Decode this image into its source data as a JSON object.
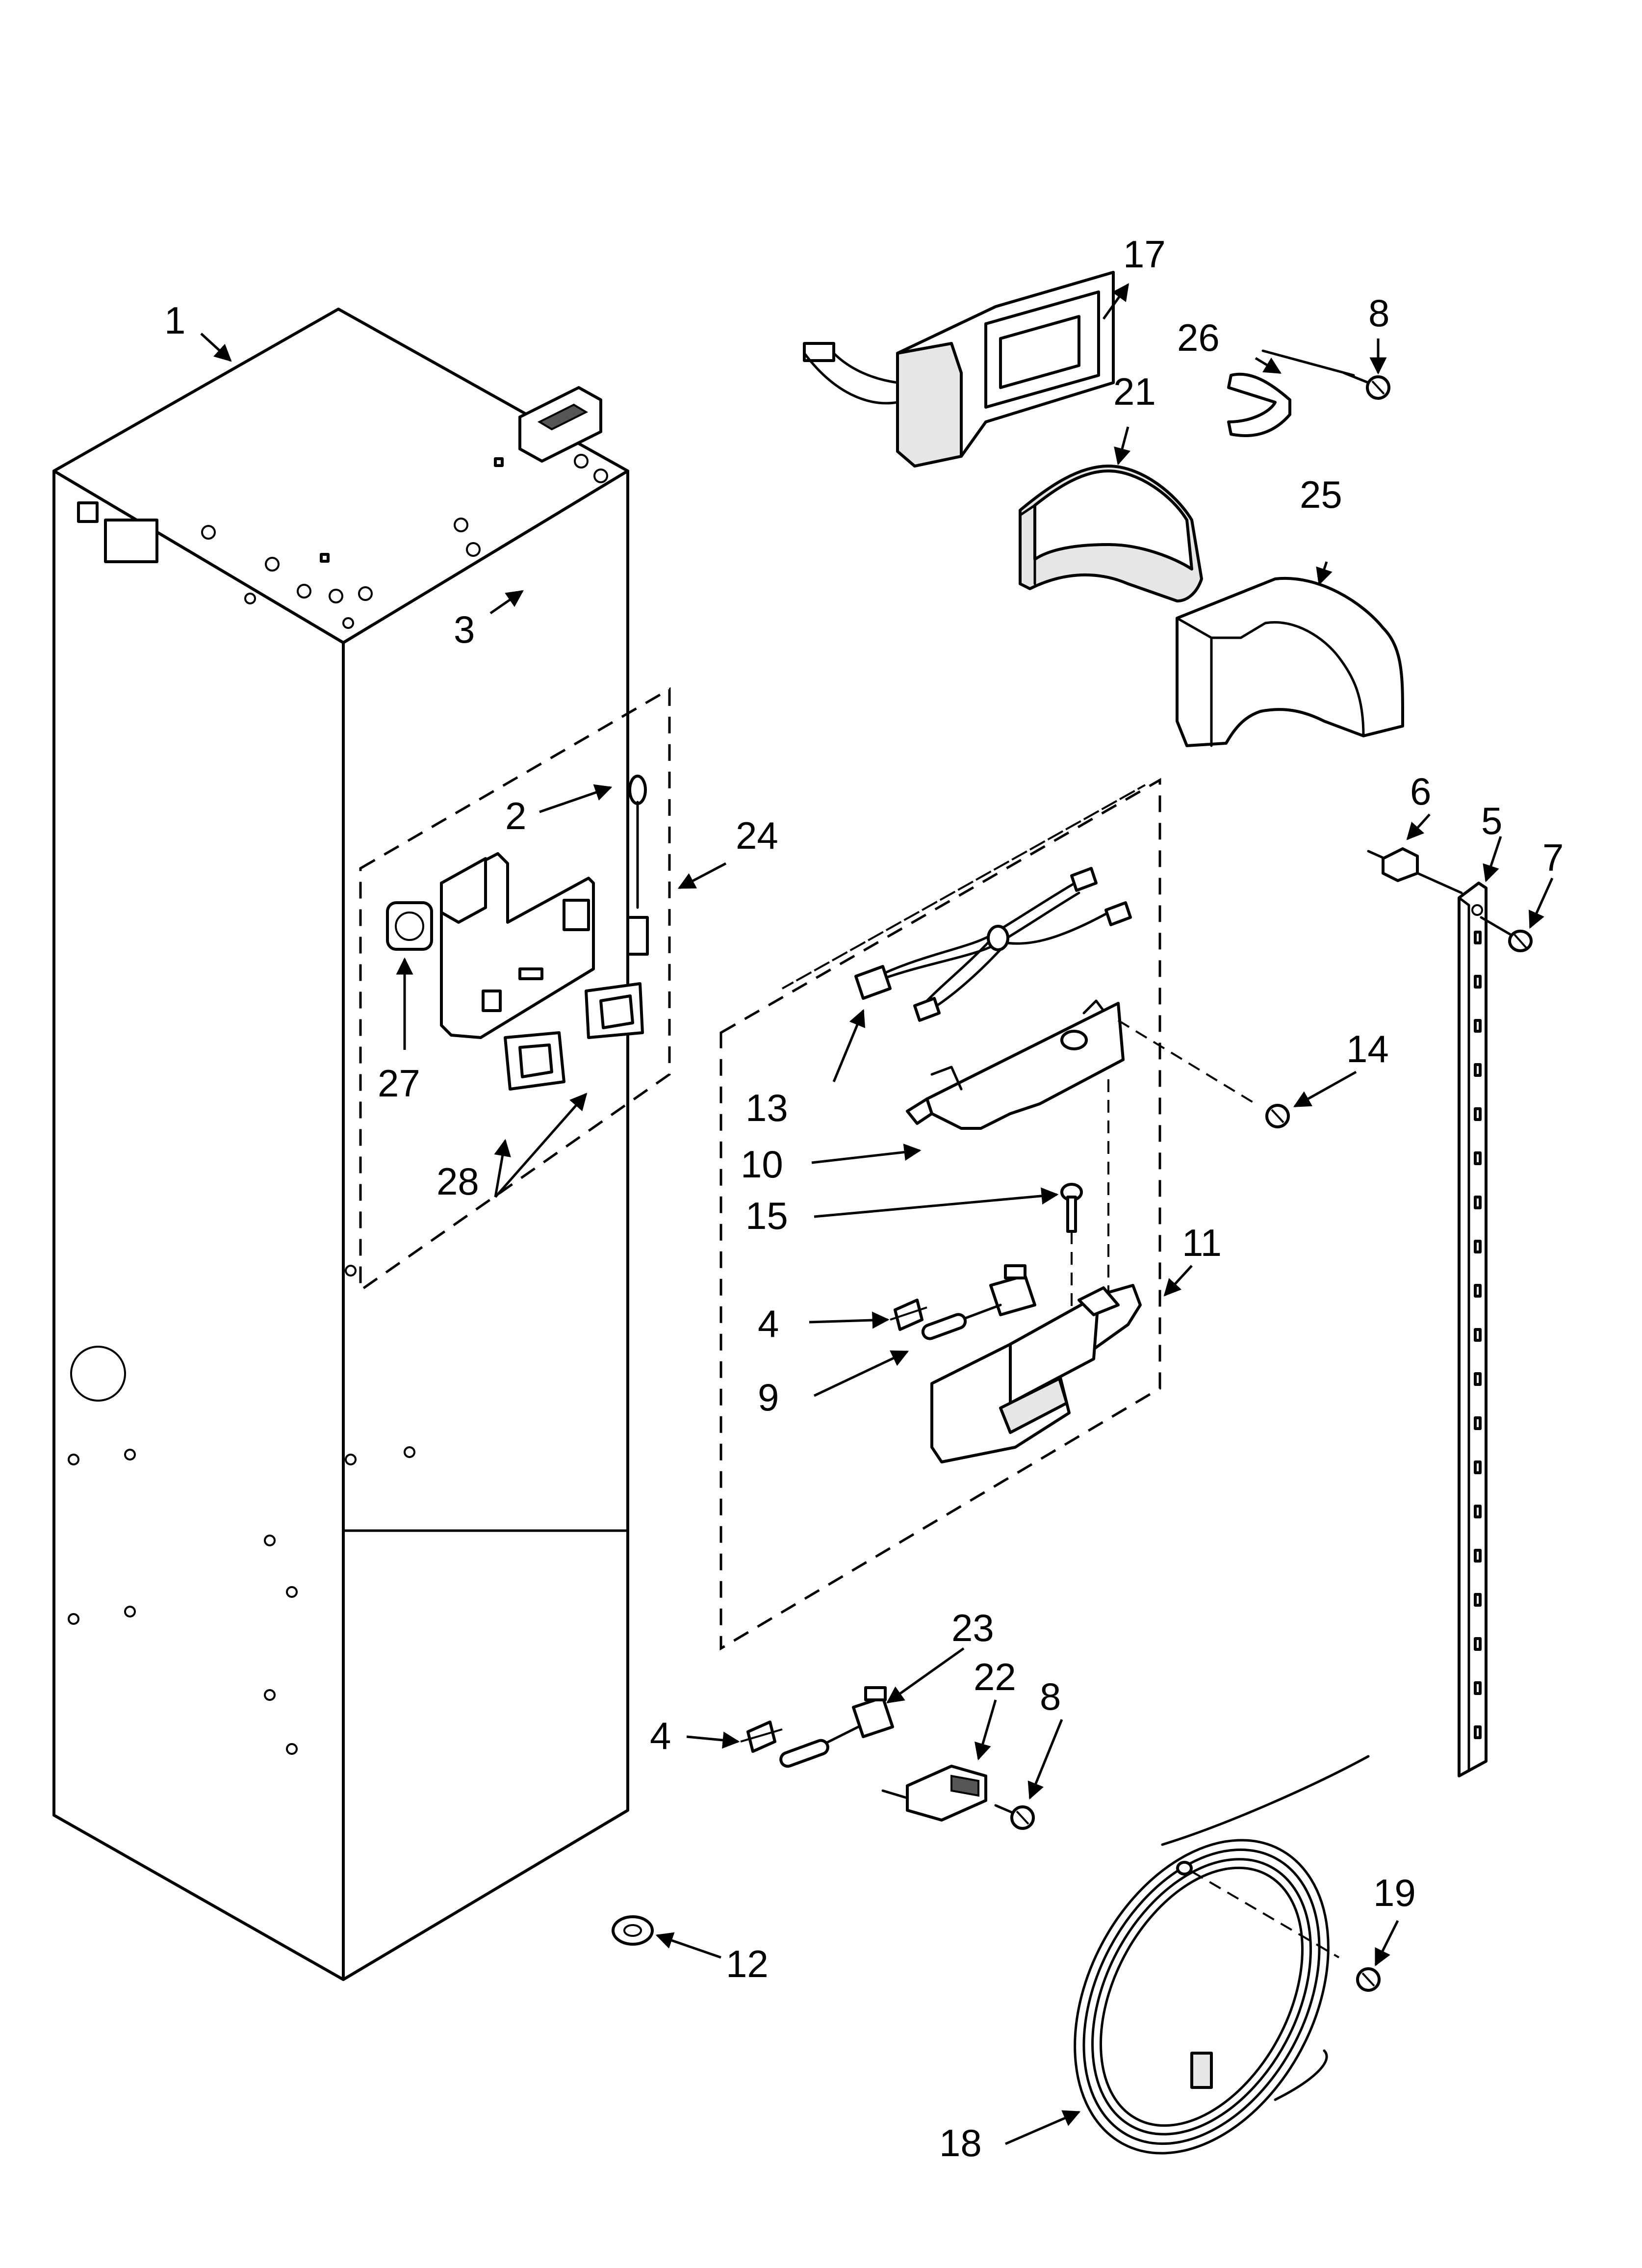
{
  "callouts": [
    {
      "id": "c1",
      "label": "1"
    },
    {
      "id": "c2",
      "label": "2"
    },
    {
      "id": "c3",
      "label": "3"
    },
    {
      "id": "c4a",
      "label": "4"
    },
    {
      "id": "c4b",
      "label": "4"
    },
    {
      "id": "c5",
      "label": "5"
    },
    {
      "id": "c6",
      "label": "6"
    },
    {
      "id": "c7",
      "label": "7"
    },
    {
      "id": "c8a",
      "label": "8"
    },
    {
      "id": "c8b",
      "label": "8"
    },
    {
      "id": "c9",
      "label": "9"
    },
    {
      "id": "c10",
      "label": "10"
    },
    {
      "id": "c11",
      "label": "11"
    },
    {
      "id": "c12",
      "label": "12"
    },
    {
      "id": "c13",
      "label": "13"
    },
    {
      "id": "c14",
      "label": "14"
    },
    {
      "id": "c15",
      "label": "15"
    },
    {
      "id": "c17",
      "label": "17"
    },
    {
      "id": "c18",
      "label": "18"
    },
    {
      "id": "c19",
      "label": "19"
    },
    {
      "id": "c21",
      "label": "21"
    },
    {
      "id": "c22",
      "label": "22"
    },
    {
      "id": "c23",
      "label": "23"
    },
    {
      "id": "c24",
      "label": "24"
    },
    {
      "id": "c25",
      "label": "25"
    },
    {
      "id": "c26",
      "label": "26"
    },
    {
      "id": "c27",
      "label": "27"
    },
    {
      "id": "c28",
      "label": "28"
    }
  ],
  "colors": {
    "ink": "#000000",
    "paper": "#ffffff",
    "shade": "#e6e6e6"
  }
}
